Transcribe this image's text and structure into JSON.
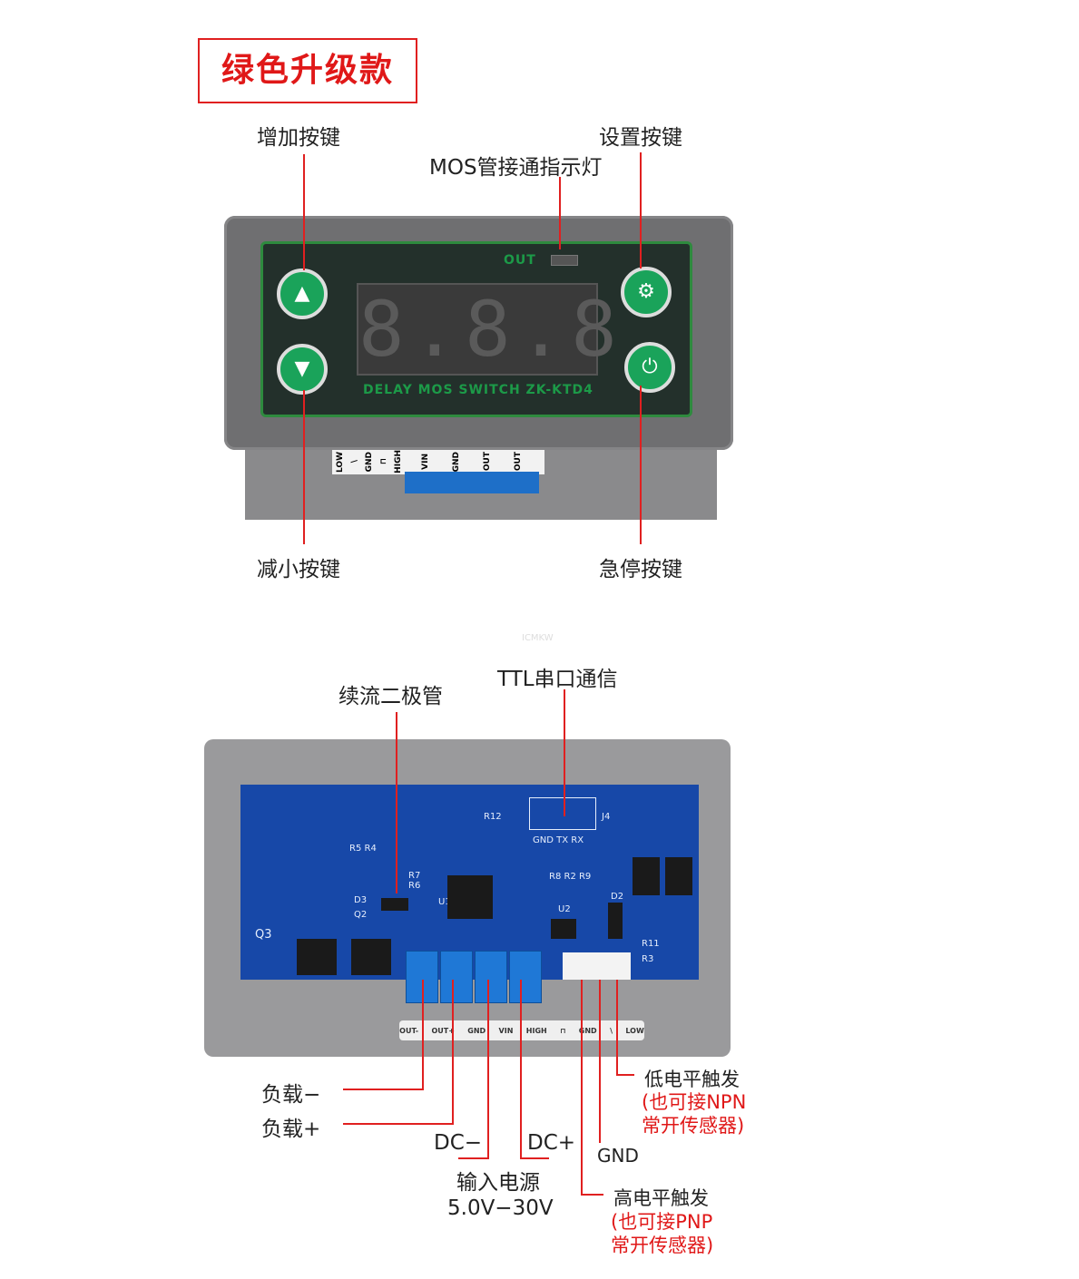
{
  "title": "绿色升级款",
  "top_labels": {
    "increase_button": "增加按键",
    "settings_button": "设置按键",
    "mos_indicator": "MOS管接通指示灯",
    "decrease_button": "减小按键",
    "emergency_stop_button": "急停按键"
  },
  "device": {
    "out_label": "OUT",
    "display": "8.8.8",
    "model_text": "DELAY MOS SWITCH ZK-KTD4",
    "terminals": [
      "LOW",
      "\\",
      "GND",
      "⊓",
      "HIGH",
      "VIN",
      "GND",
      "OUT",
      "OUT"
    ]
  },
  "watermark": "ICMKW",
  "bottom_labels": {
    "flyback_diode": "续流二极管",
    "ttl_serial": "TTL串口通信",
    "load_minus": "负载−",
    "load_plus": "负载+",
    "dc_minus": "DC−",
    "dc_plus": "DC+",
    "power_input": "输入电源",
    "voltage_range": "5.0V−30V",
    "gnd": "GND",
    "low_trigger": "低电平触发",
    "low_trigger_note1": "(也可接NPN",
    "low_trigger_note2": "常开传感器)",
    "high_trigger": "高电平触发",
    "high_trigger_note1": "(也可接PNP",
    "high_trigger_note2": "常开传感器)"
  },
  "pcb": {
    "r12": "R12",
    "j4": "J4",
    "serial_pins": "GND TX  RX",
    "r5r4": "R5  R4",
    "r7": "R7",
    "r6": "R6",
    "d3": "D3",
    "q2": "Q2",
    "q3": "Q3",
    "u1": "U1",
    "r8r2r9": "R8 R2 R9",
    "u2": "U2",
    "d2": "D2",
    "r11": "R11",
    "r3": "R3"
  },
  "bottom_terminals": [
    "OUT-",
    "OUT+",
    "GND",
    "VIN",
    "HIGH",
    "⊓",
    "GND",
    "\\",
    "LOW"
  ]
}
